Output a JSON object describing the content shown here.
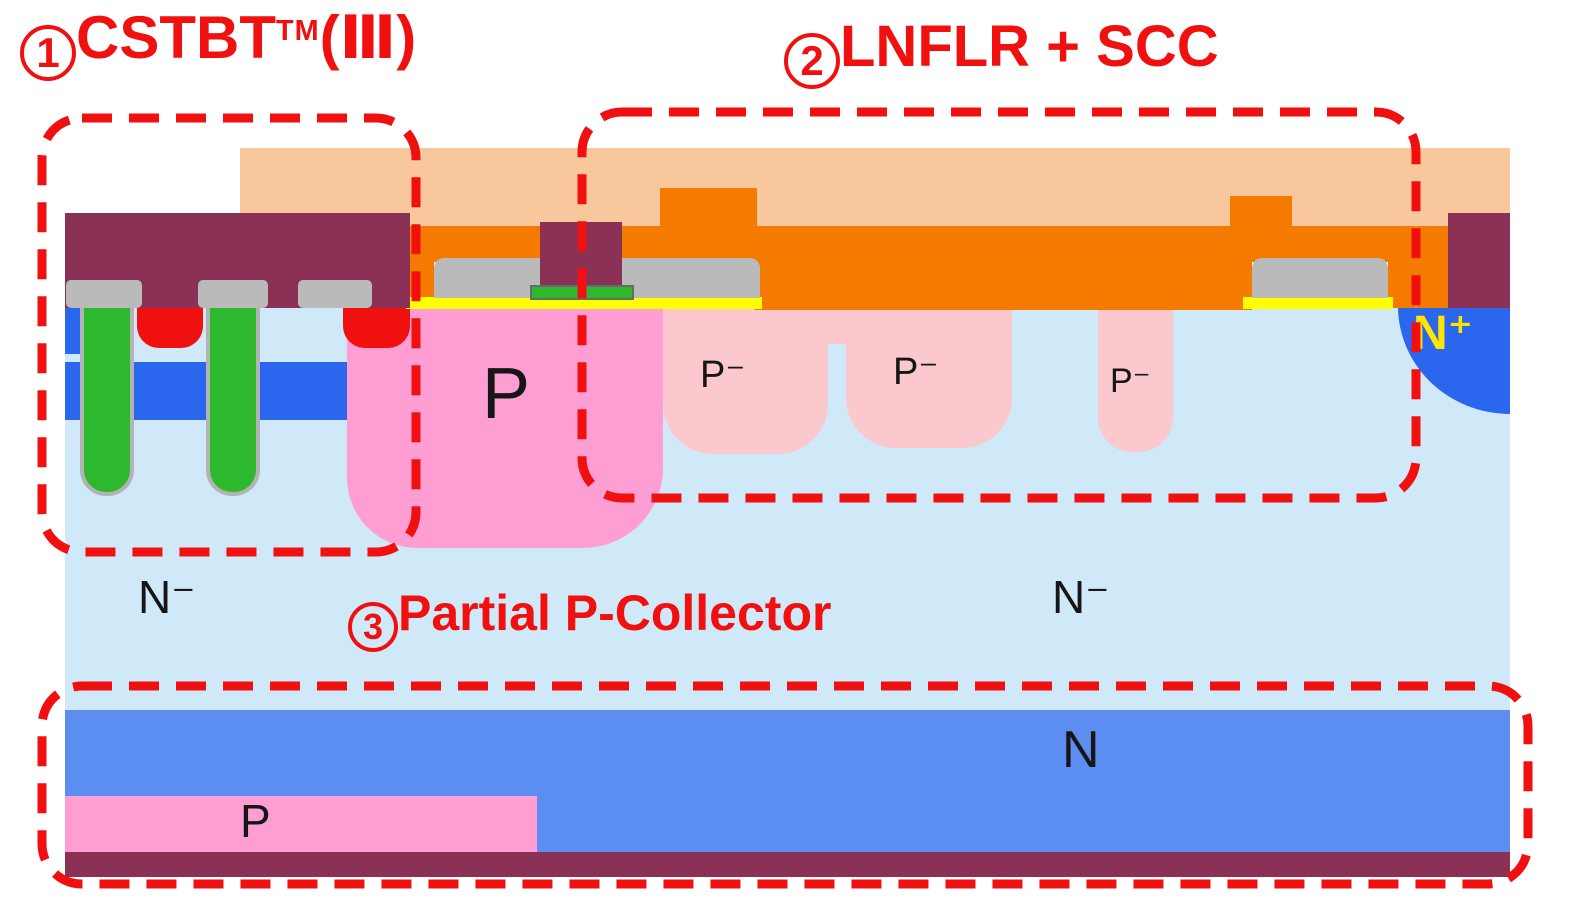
{
  "titles": {
    "region1": {
      "number": "1",
      "name": "CSTBT",
      "trademark": "TM",
      "variant": "(Ⅲ)"
    },
    "region2": {
      "number": "2",
      "name": "LNFLR + SCC"
    },
    "region3": {
      "number": "3",
      "name": "Partial P-Collector"
    }
  },
  "region_labels": {
    "n_drift_left": "N⁻",
    "n_drift_right": "N⁻",
    "p_well": "P",
    "p_ring_1": "P⁻",
    "p_ring_2": "P⁻",
    "p_ring_3": "P⁻",
    "n_plus": "N⁺",
    "n_buffer": "N",
    "p_collector": "P"
  },
  "colors": {
    "outline_red": "#f01010",
    "n_drift": "#cfe9f8",
    "n_buffer": "#5c8df0",
    "cs_layer_blue": "#2b66ee",
    "p_pink": "#ff9ed2",
    "p_minus_pink": "#fbc8ce",
    "electrode_maroon": "#8b3156",
    "gate_green": "#2eb82e",
    "poly_gray": "#bababa",
    "oxide_yellow": "#ffff00",
    "metal_orange": "#f57a00",
    "metal_peach": "#f9c79c",
    "emitter_red": "#f01010",
    "label_black": "#161616",
    "n_plus_text_yellow": "#ffe600"
  }
}
